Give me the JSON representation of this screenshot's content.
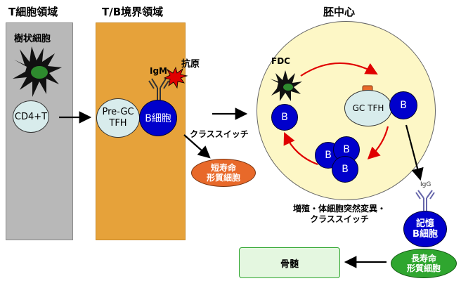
{
  "regions": {
    "t_region": "T細胞領域",
    "tb_border": "T/B境界領域",
    "germinal_center": "胚中心"
  },
  "t_region": {
    "dendritic_label": "樹状細胞",
    "cd4_label": "CD4+T"
  },
  "tb_border": {
    "pre_gc_line1": "Pre-GC",
    "pre_gc_line2": "TFH",
    "b_cell_label": "B細胞",
    "igm_label": "IgM",
    "antigen_label": "抗原"
  },
  "class_switch": "クラススイッチ",
  "short_lived": {
    "line1": "短寿命",
    "line2": "形質細胞"
  },
  "germinal": {
    "fdc_label": "FDC",
    "gc_tfh_label": "GC TFH",
    "b_label": "B",
    "b_cluster": [
      "B",
      "B",
      "B"
    ],
    "process_line1": "増殖・体細胞突然変異・",
    "process_line2": "クラススイッチ"
  },
  "igg_label": "IgG",
  "memory_b": {
    "line1": "記憶",
    "line2": "B細胞"
  },
  "long_lived": {
    "line1": "長寿命",
    "line2": "形質細胞"
  },
  "bone_marrow": "骨髄",
  "colors": {
    "t_panel": "#b8b8b8",
    "tb_panel": "#e6a23a",
    "germinal_bg": "#fdf7c6",
    "b_cell": "#0000cc",
    "short_lived_fill": "#e8692a",
    "long_lived_fill": "#2fa62f",
    "bone_marrow_fill": "#e4f7e0",
    "cycle_arrow": "#e00000"
  }
}
